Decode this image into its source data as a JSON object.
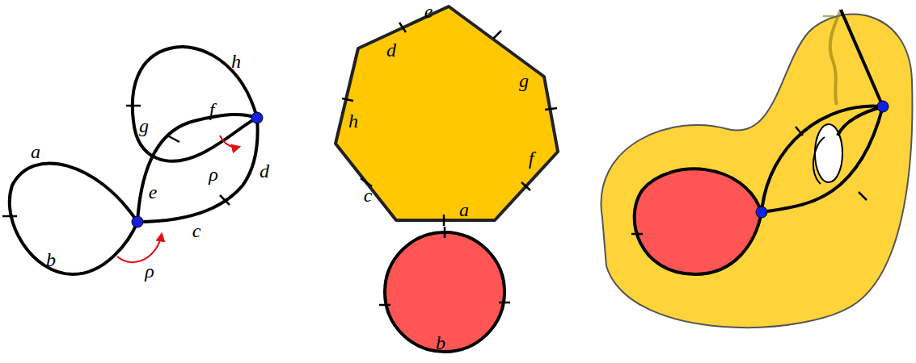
{
  "diagram": {
    "labels": [
      "e",
      "h",
      "d",
      "g",
      "f",
      "g",
      "h",
      "a",
      "f",
      "e",
      "ρ",
      "d",
      "c",
      "a",
      "c",
      "b",
      "ρ",
      "b"
    ]
  }
}
